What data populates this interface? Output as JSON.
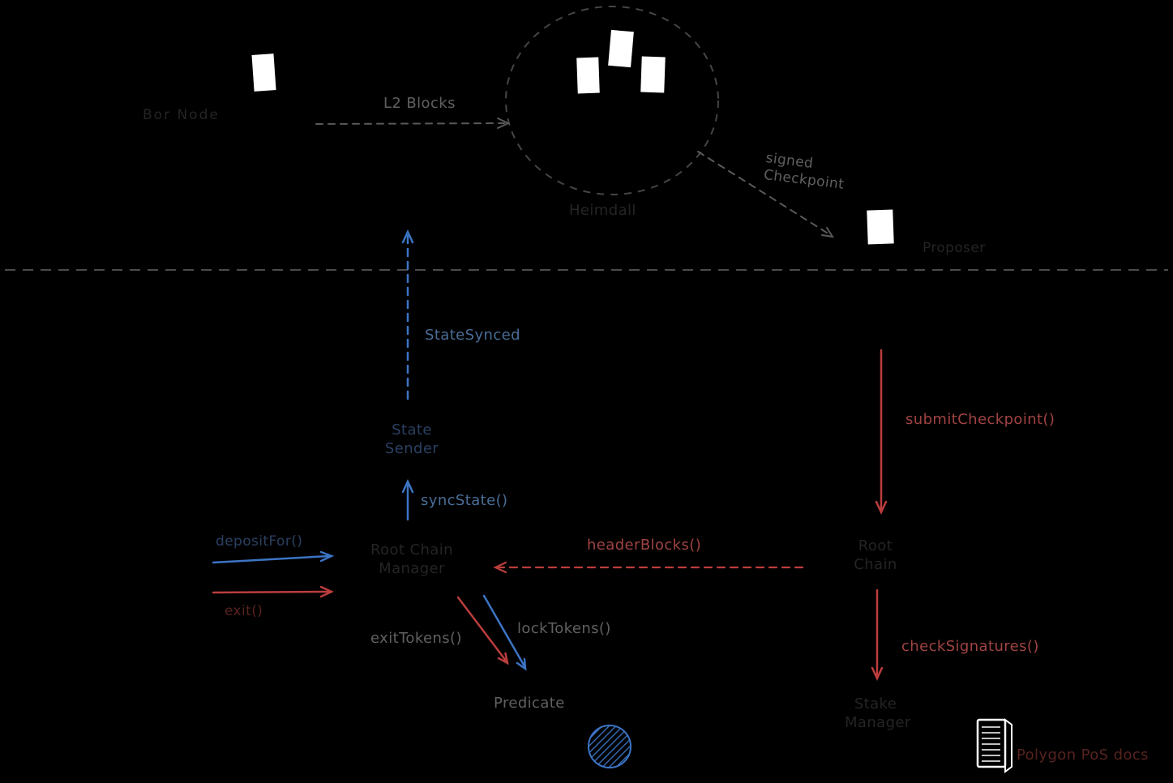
{
  "colors": {
    "background": "#000000",
    "white": "#ffffff",
    "gray_label": "#606060",
    "gray_stroke": "#4c4c4c",
    "blue_arrow": "#3c74c4",
    "blue_label": "#4a6d96",
    "red_arrow": "#bc3d3d",
    "red_label": "#a04343",
    "faint_label": "#242424",
    "faint_blue_label": "#2a4062",
    "faint_red_label": "#57221f"
  },
  "l2": {
    "bor_node_label": "Bor Node",
    "l2_blocks_edge_label": "L2 Blocks",
    "heimdall_label": "Heimdall",
    "signed_checkpoint_edge_label": {
      "line1": "signed",
      "line2": "Checkpoint"
    },
    "proposer_label": "Proposer"
  },
  "l1": {
    "state_synced_edge_label": "StateSynced",
    "state_sender_label": {
      "line1": "State",
      "line2": "Sender"
    },
    "sync_state_edge_label": "syncState()",
    "deposit_edge_label": "depositFor()",
    "exit_edge_label": "exit()",
    "root_chain_manager_label": {
      "line1": "Root Chain",
      "line2": "Manager"
    },
    "header_blocks_edge_label": "headerBlocks()",
    "root_chain_label": {
      "line1": "Root",
      "line2": "Chain"
    },
    "submit_checkpoint_edge_label": "submitCheckpoint()",
    "check_signatures_edge_label": "checkSignatures()",
    "stake_manager_label": {
      "line1": "Stake",
      "line2": "Manager"
    },
    "exit_tokens_edge_label": "exitTokens()",
    "lock_tokens_edge_label": "lockTokens()",
    "predicate_label": "Predicate",
    "docs_note_label": "Polygon PoS docs"
  },
  "icons": {
    "bor_block": "block-icon",
    "heimdall_blocks": "block-cluster-icon",
    "proposer_block": "block-icon",
    "book": "book-icon",
    "l1_logo": "hatched-circle-logo-icon"
  }
}
